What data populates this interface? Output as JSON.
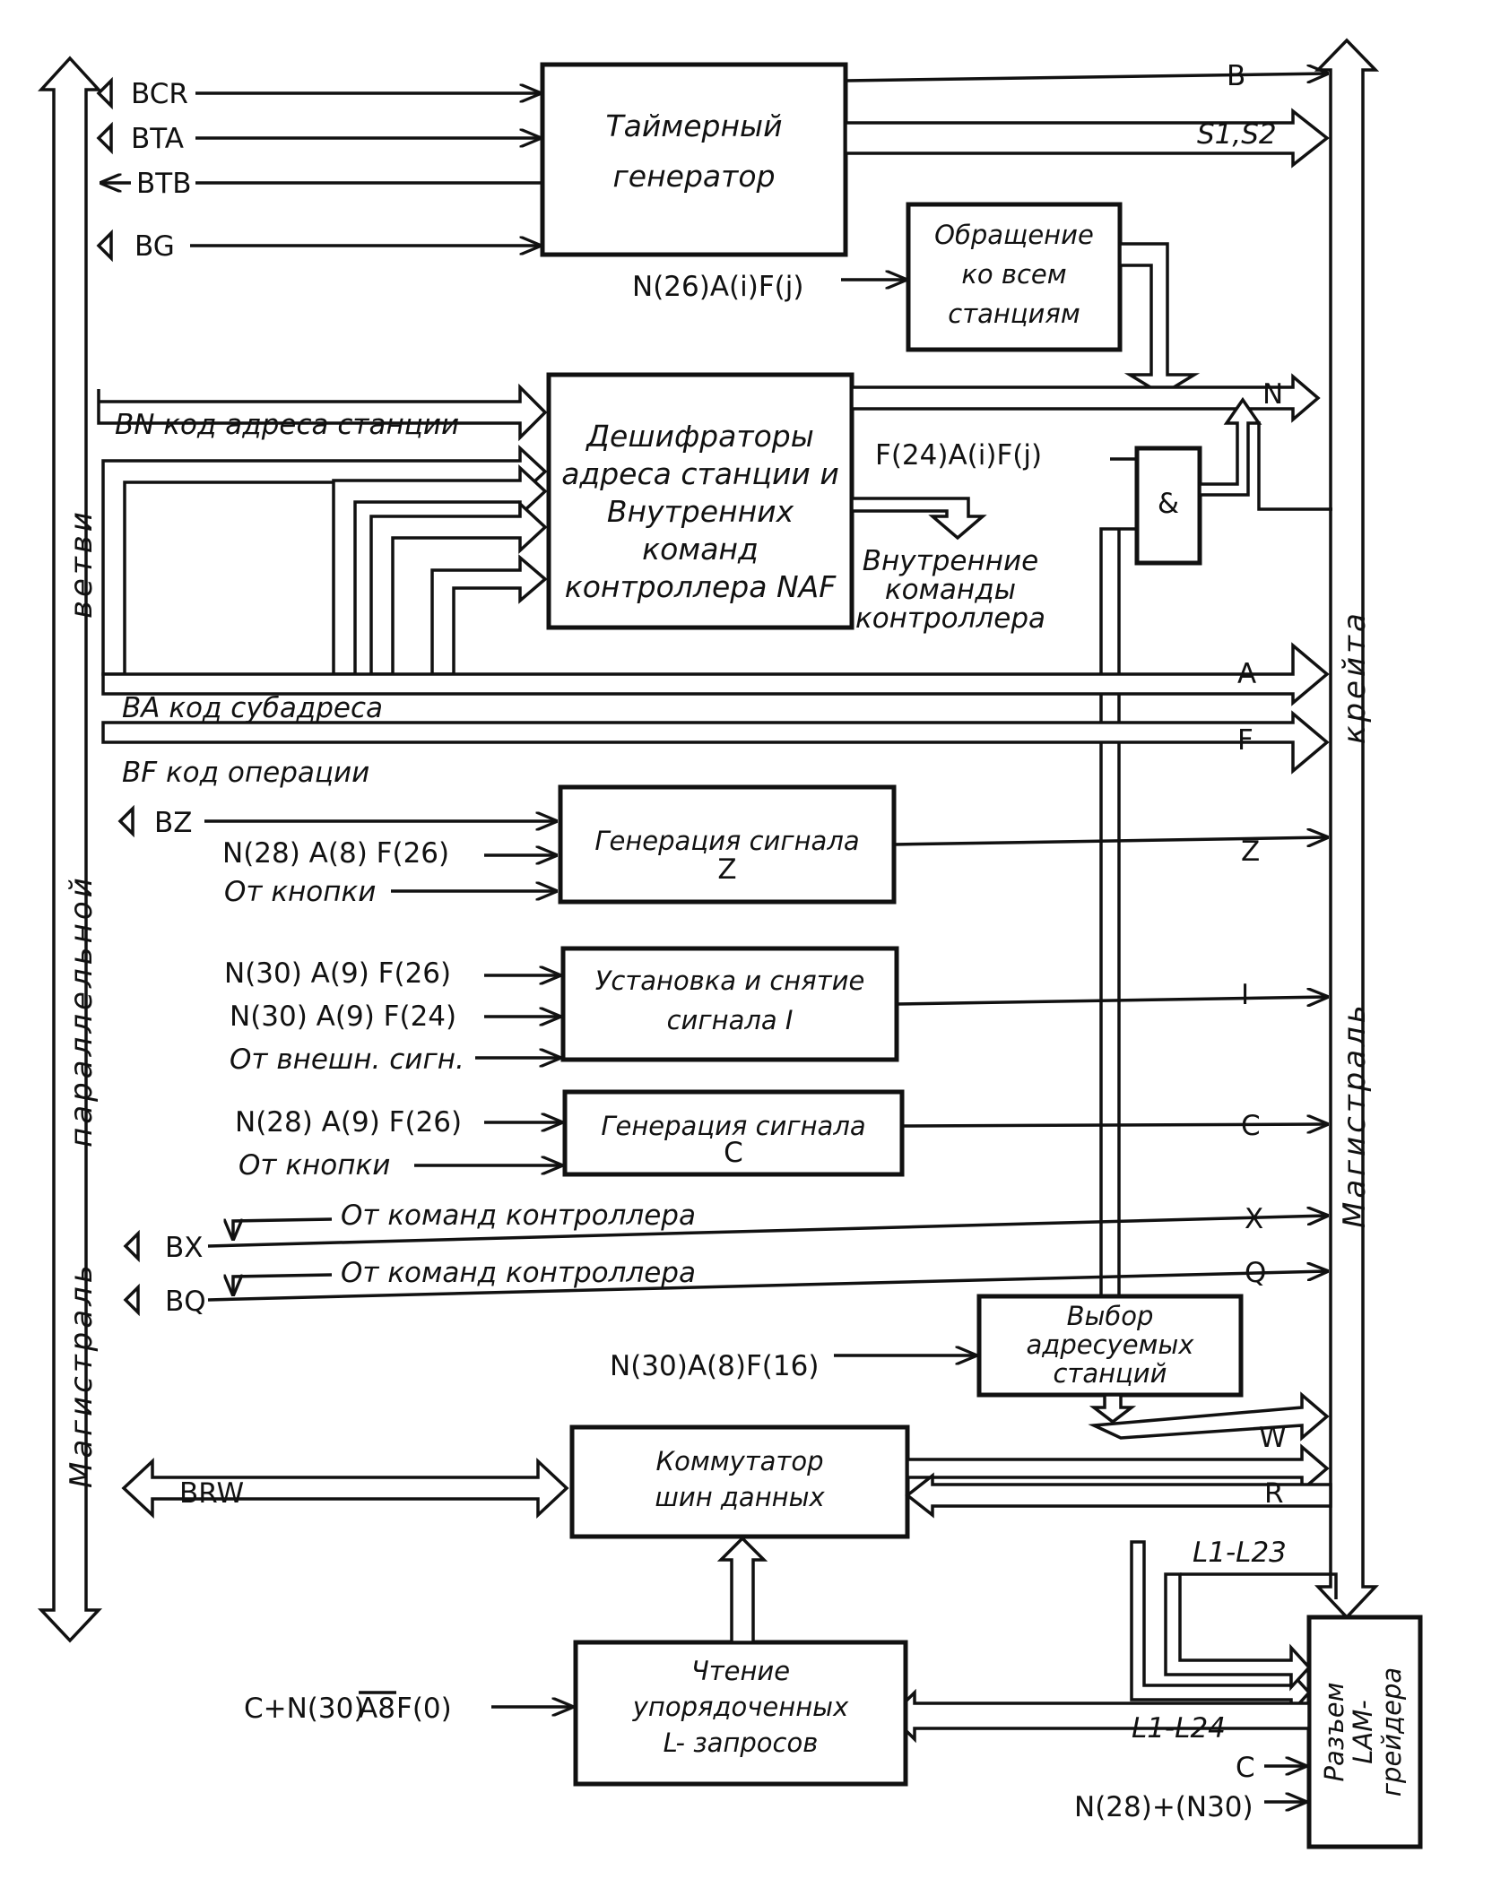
{
  "bus_left": {
    "label_1": "Магистраль",
    "label_2": "параллельной",
    "label_3": "ветви"
  },
  "bus_right": {
    "label_1": "Магистраль",
    "label_2": "крейта"
  },
  "blocks": {
    "timer": [
      "Таймерный",
      "генератор"
    ],
    "broadcast": [
      "Обращение",
      "ко всем",
      "станциям"
    ],
    "decoder": [
      "Дешифраторы",
      "адреса станции и",
      "Внутренних",
      "команд",
      "контроллера NAF"
    ],
    "and_gate": "&",
    "gen_z": [
      "Генерация сигнала",
      "Z"
    ],
    "set_i": [
      "Установка и снятие",
      "сигнала I"
    ],
    "gen_c": [
      "Генерация сигнала",
      "C"
    ],
    "select": [
      "Выбор",
      "адресуемых",
      "станций"
    ],
    "commutator": [
      "Коммутатор",
      "шин данных"
    ],
    "read_l": [
      "Чтение",
      "упорядоченных",
      "L- запросов"
    ],
    "lam_connector": [
      "Разъем",
      "LAM-",
      "грейдера"
    ]
  },
  "signals_left": {
    "bcr": "BCR",
    "bta": "BTA",
    "btb": "BTB",
    "bg": "BG",
    "bn": "BN код адреса станции",
    "ba": "BA код субадреса",
    "bf": "BF код операции",
    "bz": "BZ",
    "bx": "BX",
    "bq": "BQ",
    "brw": "BRW"
  },
  "signals_right": {
    "b": "B",
    "s": "S1,S2",
    "n": "N",
    "a": "A",
    "f": "F",
    "z": "Z",
    "i": "I",
    "c": "C",
    "x": "X",
    "q": "Q",
    "w": "W",
    "r": "R",
    "l23": "L1-L23",
    "l24": "L1-L24",
    "c2": "C"
  },
  "inputs": {
    "n26": "N(26)A(i)F(j)",
    "f24": "F(24)A(i)F(j)",
    "internal_cmds": [
      "Внутренние",
      "команды",
      "контроллера"
    ],
    "z_1": "N(28) A(8) F(26)",
    "z_2": "От кнопки",
    "i_1": "N(30) A(9) F(26)",
    "i_2": "N(30) A(9) F(24)",
    "i_3": "От внешн. сигн.",
    "c_1": "N(28) A(9) F(26)",
    "c_2": "От кнопки",
    "x_src": "От команд контроллера",
    "q_src": "От команд контроллера",
    "sel_in": "N(30)A(8)F(16)",
    "read_in": "C+N(30)",
    "read_in_bar": "A8",
    "read_in_end": "F(0)",
    "lam_in": "N(28)+(N30)"
  }
}
